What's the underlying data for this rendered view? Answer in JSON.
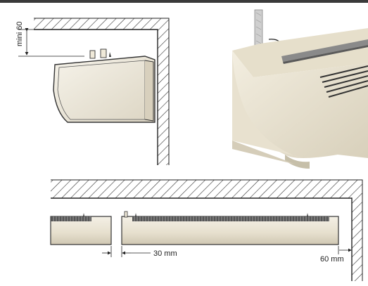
{
  "top_bar_color": "#3a3a3a",
  "side_view": {
    "clearance_label": "mini 60"
  },
  "photo": {
    "description_icon": "unit-bracket-photo"
  },
  "front_view": {
    "gap_between_units_label": "30 mm",
    "wall_clearance_label": "60 mm"
  },
  "colors": {
    "unit_body": "#ede8dc",
    "unit_outline": "#333333",
    "grille": "#444444",
    "hatch": "#333333",
    "photo_body": "#efe9d8",
    "photo_shadow": "#c9c2ae"
  }
}
